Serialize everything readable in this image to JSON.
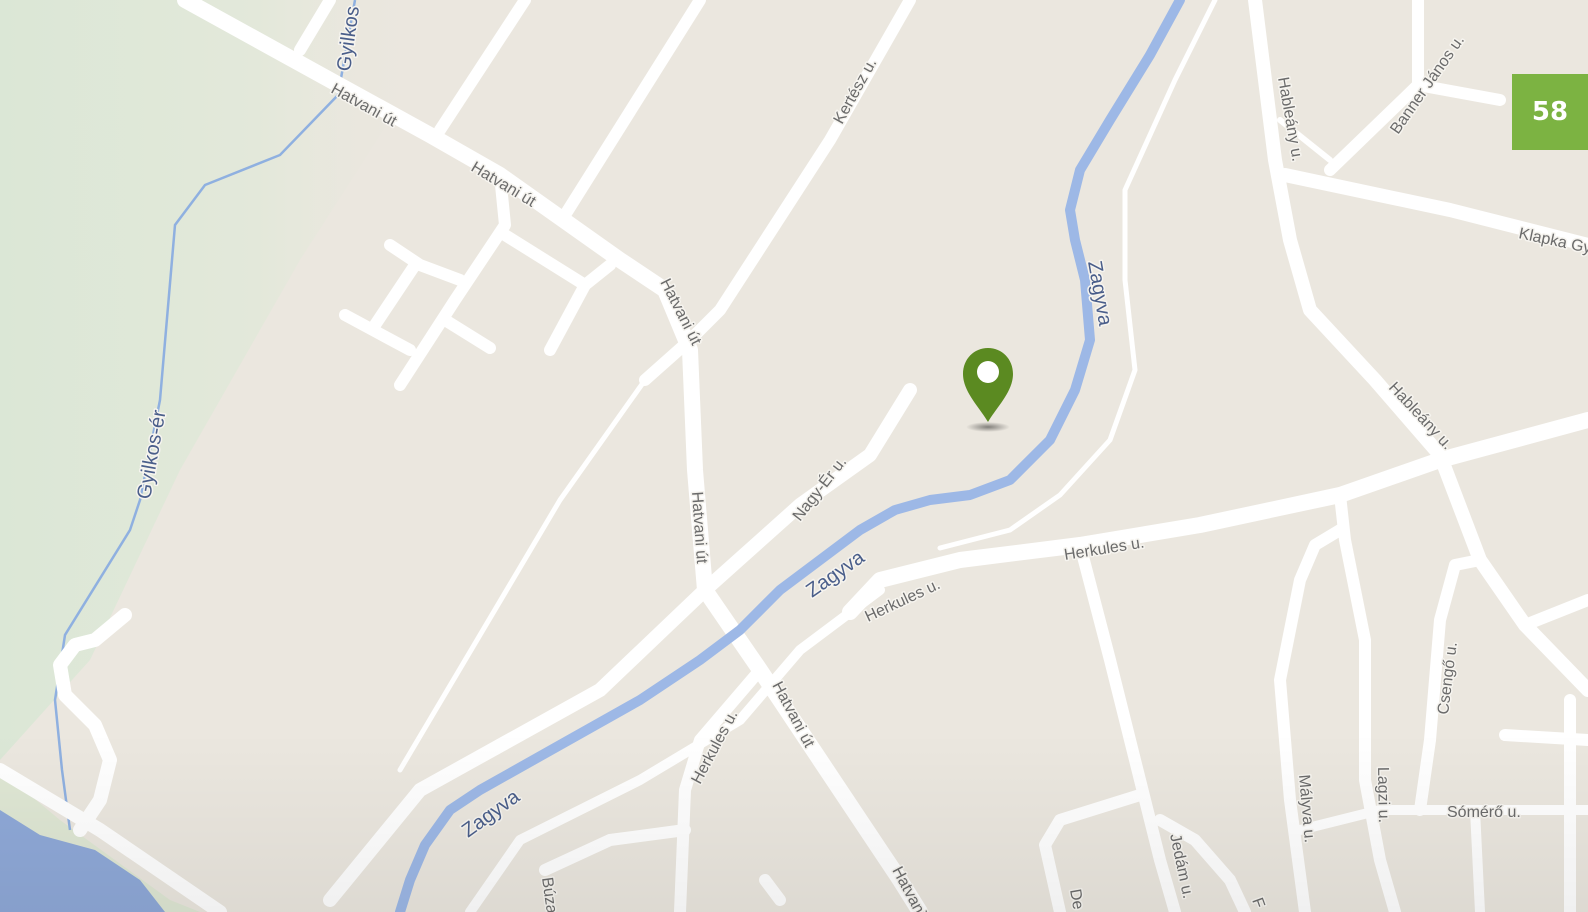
{
  "map": {
    "roads": {
      "hatvani_1": "Hatvani út",
      "hatvani_2": "Hatvani út",
      "hatvani_3": "Hatvani út",
      "hatvani_4": "Hatvani út",
      "hatvani_5": "Hatvani út",
      "hatvani_6": "Hatvani út",
      "kertesz": "Kertész u.",
      "nagy_er": "Nagy-Ér u.",
      "herkules_1": "Herkules u.",
      "herkules_2": "Herkules u.",
      "herkules_3": "Herkules u.",
      "hableany_1": "Hableány u.",
      "hableany_2": "Hableány u.",
      "banner": "Banner János u.",
      "klapka": "Klapka Gy",
      "csengo": "Csengő u.",
      "someró": "Sómérő u.",
      "lagzi": "Lagzi u.",
      "malyva": "Mályva u.",
      "jedam": "Jedám u.",
      "buza": "Búza",
      "de": "De",
      "fe": "F"
    },
    "water": {
      "zagyva_1": "Zagyva",
      "zagyva_2": "Zagyva",
      "zagyva_3": "Zagyva",
      "gyilkos_er": "Gyilkos-ér",
      "gyilkos_top": "Gyilkos"
    },
    "badge": "58",
    "colors": {
      "background": "#ebe7df",
      "park": "#dde8d8",
      "road": "#ffffff",
      "river": "#9db8e6",
      "marker": "#5b8a21",
      "badge": "#7cb342"
    },
    "icons": {
      "marker": "map-pin-icon"
    }
  }
}
